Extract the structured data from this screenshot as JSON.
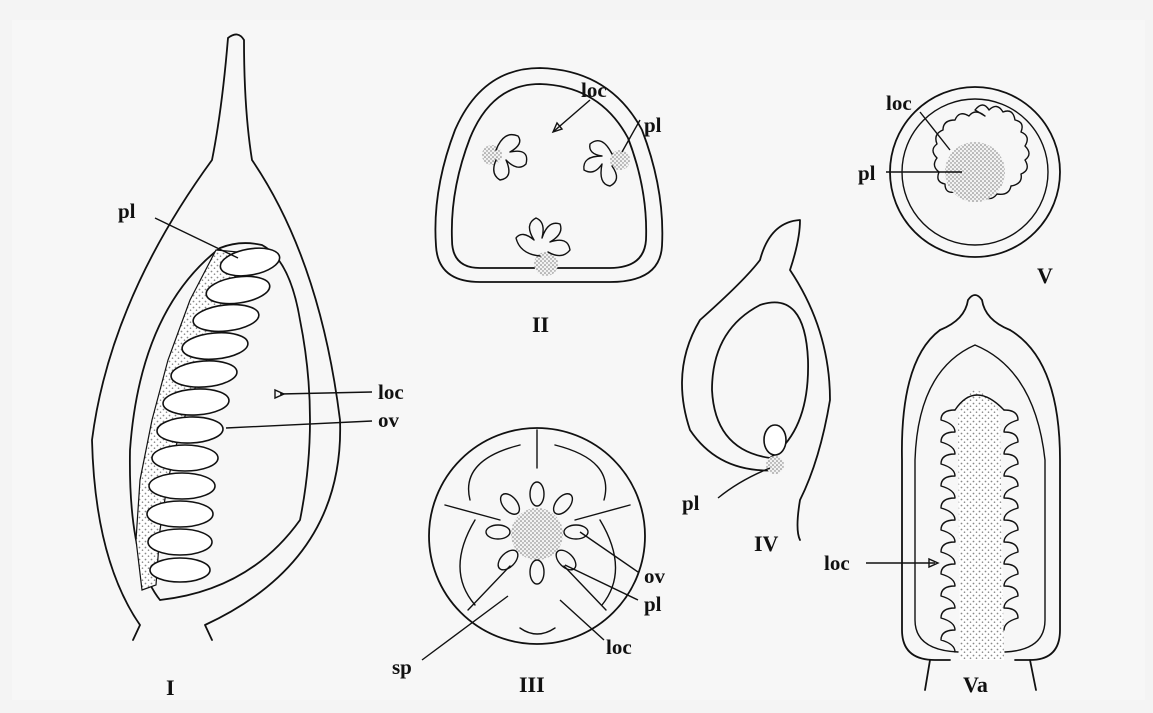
{
  "colors": {
    "background": "#f4f4f4",
    "ink": "#111111",
    "stipple": "#8a8a8a"
  },
  "figures": {
    "I": {
      "caption": "I",
      "labels": {
        "pl": "pl",
        "loc": "loc",
        "ov": "ov"
      }
    },
    "II": {
      "caption": "II",
      "labels": {
        "loc": "loc",
        "pl": "pl"
      }
    },
    "III": {
      "caption": "III",
      "labels": {
        "ov": "ov",
        "pl": "pl",
        "loc": "loc",
        "sp": "sp"
      }
    },
    "IV": {
      "caption": "IV",
      "labels": {
        "pl": "pl"
      }
    },
    "V": {
      "caption": "V",
      "labels": {
        "loc": "loc",
        "pl": "pl"
      }
    },
    "Va": {
      "caption": "Va",
      "labels": {
        "loc": "loc"
      }
    }
  }
}
